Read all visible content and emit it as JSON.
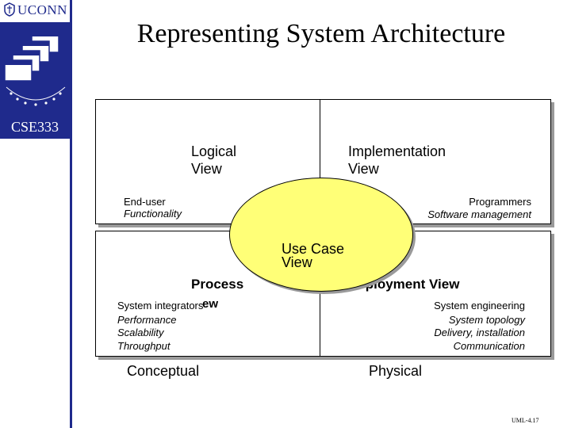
{
  "brand": {
    "university": "UCONN",
    "course": "CSE333",
    "colors": {
      "brand_blue": "#1f2a8c",
      "ellipse_fill": "#ffff77"
    }
  },
  "title": "Representing System Architecture",
  "diagram": {
    "logical": {
      "title": [
        "Logical",
        "View"
      ],
      "notes": [
        "End-user",
        "Functionality"
      ]
    },
    "implementation": {
      "title": [
        "Implementation",
        "View"
      ],
      "notes": [
        "Programmers",
        "Software management"
      ]
    },
    "process": {
      "title": [
        "Process"
      ],
      "title_tail": "ew",
      "notes": [
        "System integrators",
        "Performance",
        "Scalability",
        "Throughput"
      ]
    },
    "deployment": {
      "title": "Deployment View",
      "notes": [
        "System engineering",
        "System topology",
        "Delivery, installation",
        "Communication"
      ]
    },
    "use_case": {
      "title": [
        "Use Case",
        "View"
      ]
    },
    "bottom_labels": {
      "left": "Conceptual",
      "right": "Physical"
    }
  },
  "footer": {
    "tag": "UML-4.17"
  }
}
